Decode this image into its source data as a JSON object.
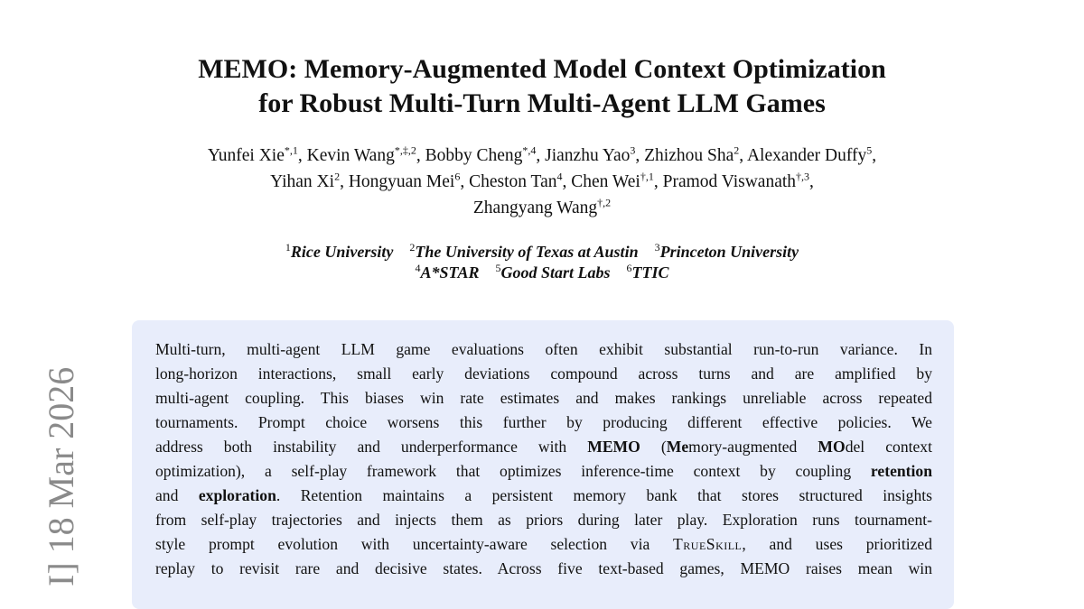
{
  "title_lines": [
    "MEMO: Memory-Augmented Model Context Optimization",
    "for Robust Multi-Turn Multi-Agent LLM Games"
  ],
  "authors": [
    [
      {
        "n": "Yunfei Xie",
        "s": "*,1"
      },
      {
        "n": "Kevin Wang",
        "s": "*,‡,2"
      },
      {
        "n": "Bobby Cheng",
        "s": "*,4"
      },
      {
        "n": "Jianzhu Yao",
        "s": "3"
      },
      {
        "n": "Zhizhou Sha",
        "s": "2"
      },
      {
        "n": "Alexander Duffy",
        "s": "5"
      }
    ],
    [
      {
        "n": "Yihan Xi",
        "s": "2"
      },
      {
        "n": "Hongyuan Mei",
        "s": "6"
      },
      {
        "n": "Cheston Tan",
        "s": "4"
      },
      {
        "n": "Chen Wei",
        "s": "†,1"
      },
      {
        "n": "Pramod Viswanath",
        "s": "†,3"
      }
    ],
    [
      {
        "n": "Zhangyang Wang",
        "s": "†,2"
      }
    ]
  ],
  "affiliations": [
    [
      {
        "s": "1",
        "n": "Rice University"
      },
      {
        "s": "2",
        "n": "The University of Texas at Austin"
      },
      {
        "s": "3",
        "n": "Princeton University"
      }
    ],
    [
      {
        "s": "4",
        "n": "A*STAR"
      },
      {
        "s": "5",
        "n": "Good Start Labs"
      },
      {
        "s": "6",
        "n": "TTIC"
      }
    ]
  ],
  "arxiv_stamp": "I]  18 Mar 2026",
  "abstract_lines": [
    [
      {
        "t": "Multi-turn, multi-agent LLM game evaluations often exhibit substantial run-to-run variance. In"
      }
    ],
    [
      {
        "t": "long-horizon interactions, small early deviations compound across turns and are amplified by"
      }
    ],
    [
      {
        "t": "multi-agent coupling. This biases win rate estimates and makes rankings unreliable across repeated"
      }
    ],
    [
      {
        "t": "tournaments. Prompt choice worsens this further by producing different effective policies. We"
      }
    ],
    [
      {
        "t": "address both instability and underperformance with "
      },
      {
        "t": "MEMO",
        "b": true
      },
      {
        "t": " ("
      },
      {
        "t": "Me",
        "b": true
      },
      {
        "t": "mory-augmented "
      },
      {
        "t": "MO",
        "b": true
      },
      {
        "t": "del context"
      }
    ],
    [
      {
        "t": "optimization), a self-play framework that optimizes inference-time context by coupling "
      },
      {
        "t": "retention",
        "b": true
      }
    ],
    [
      {
        "t": "and "
      },
      {
        "t": "exploration",
        "b": true
      },
      {
        "t": ". Retention maintains a persistent memory bank that stores structured insights"
      }
    ],
    [
      {
        "t": "from self-play trajectories and injects them as priors during later play. Exploration runs tournament-"
      }
    ],
    [
      {
        "t": "style prompt evolution with uncertainty-aware selection via "
      },
      {
        "t": "TrueSkill",
        "sc": true
      },
      {
        "t": ", and uses prioritized"
      }
    ],
    [
      {
        "t": "replay to revisit rare and decisive states. Across five text-based games, MEMO raises mean win"
      }
    ]
  ]
}
